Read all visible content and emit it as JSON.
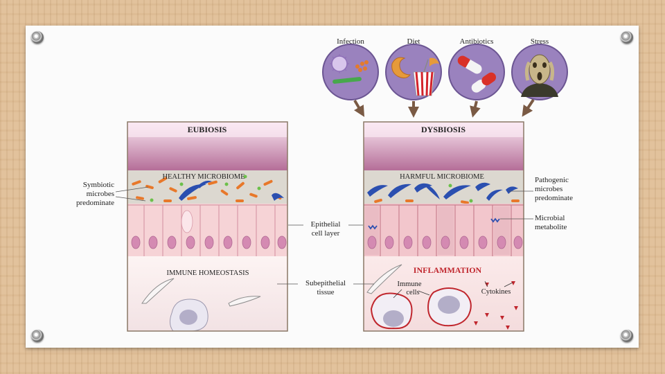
{
  "factors": [
    "Infection",
    "Diet",
    "Antibiotics",
    "Stress"
  ],
  "eubiosis": {
    "title": "EUBIOSIS",
    "microbiome_label": "HEALTHY MICROBIOME",
    "tissue_label": "IMMUNE HOMEOSTASIS"
  },
  "dysbiosis": {
    "title": "DYSBIOSIS",
    "microbiome_label": "HARMFUL MICROBIOME",
    "inflammation_label": "INFLAMMATION",
    "immune_cells_label": [
      "Immune",
      "cells"
    ],
    "cytokines_label": "Cytokines"
  },
  "left_annotation": [
    "Symbiotic",
    "microbes",
    "predominate"
  ],
  "middle_annotations": {
    "epithelial": [
      "Epithelial",
      "cell layer"
    ],
    "subepithelial": [
      "Subepithelial",
      "tissue"
    ]
  },
  "right_annotations": {
    "pathogenic": [
      "Pathogenic",
      "microbes",
      "predominate"
    ],
    "metabolite": [
      "Microbial",
      "metabolite"
    ]
  },
  "colors": {
    "lumen": "#b56e98",
    "epithelium": "#f6d3d6",
    "nucleus": "#d48ab2",
    "immune_cell": "#c7c3d9",
    "inflammation": "#c0262d",
    "pathogen": "#2b4fb0",
    "symbiont": "#e8782a",
    "arrow": "#7a5a44"
  }
}
